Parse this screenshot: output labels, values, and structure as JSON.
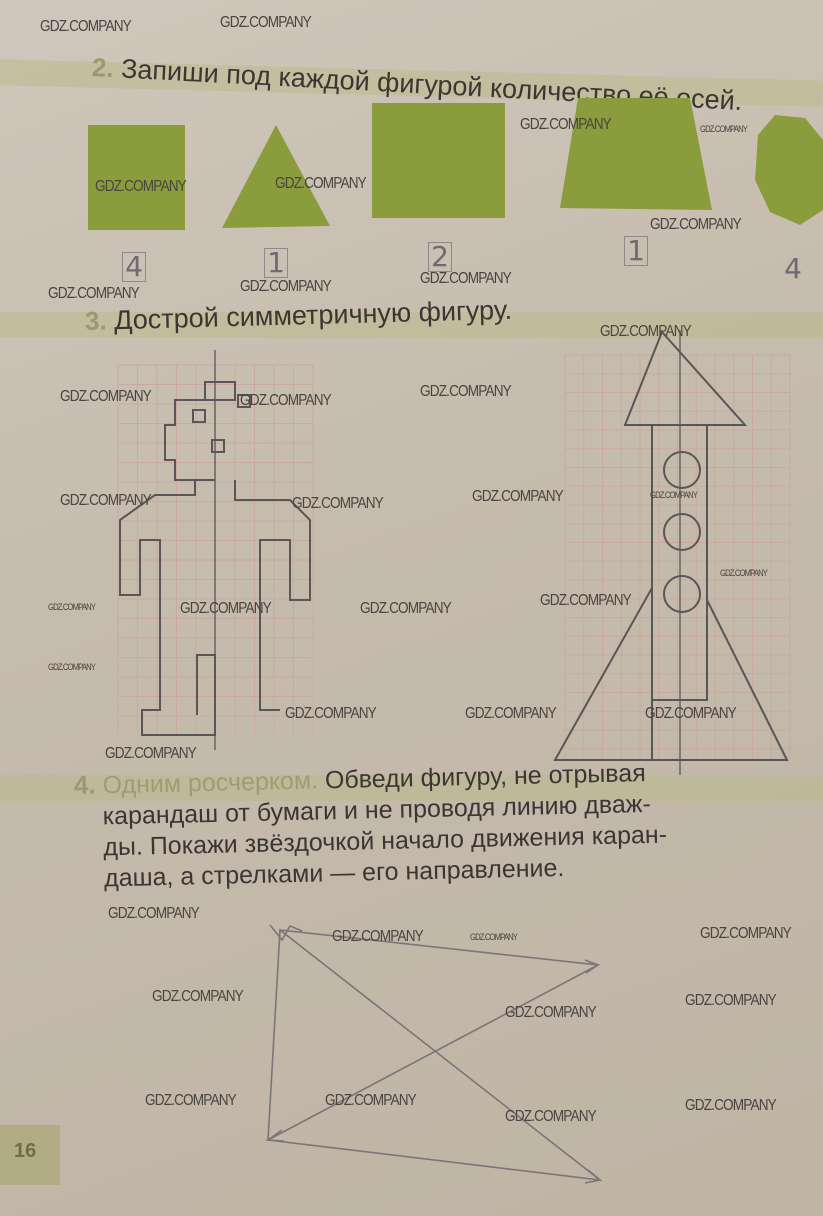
{
  "task2": {
    "number": "2.",
    "title": "Запиши под каждой фигурой количество её осей.",
    "answers": [
      "4",
      "1",
      "2",
      "1",
      "4"
    ],
    "shape_color": "#8a9c3c"
  },
  "task3": {
    "number": "3.",
    "title": "Дострой симметричную фигуру."
  },
  "task4": {
    "number": "4.",
    "lead": "Одним росчерком.",
    "lines": [
      "Обведи фигуру, не отрывая",
      "карандаш от бумаги и не проводя линию дваж-",
      "ды. Покажи звёздочкой начало движения каран-",
      "даша, а стрелками — его направление."
    ]
  },
  "page_number": "16",
  "watermark": "GDZ.COMPANY"
}
